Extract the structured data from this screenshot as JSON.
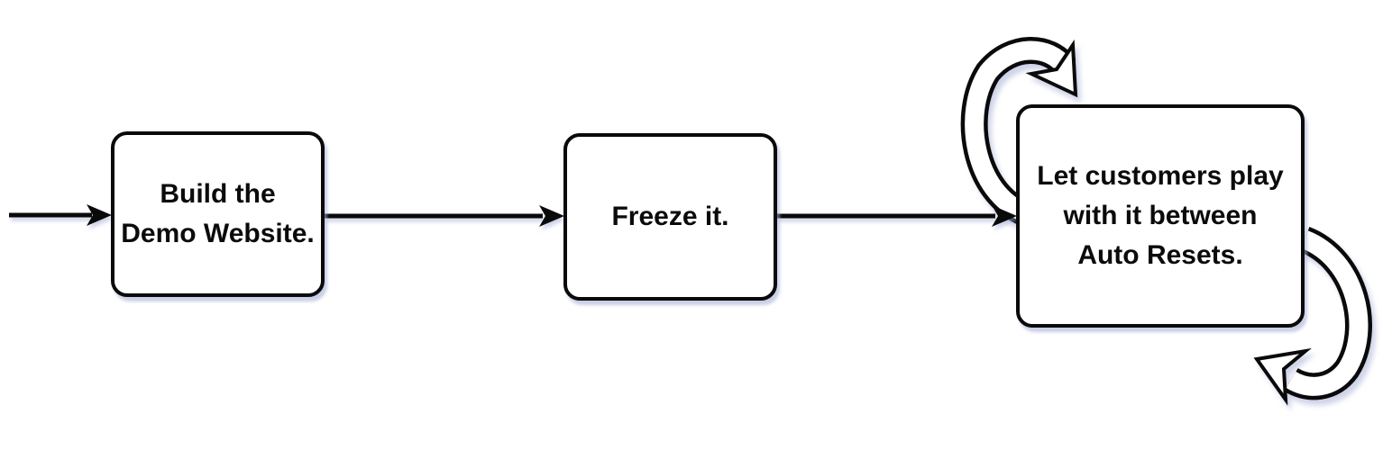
{
  "diagram": {
    "type": "flowchart",
    "background_color": "#ffffff",
    "node_fill_color": "#ffffff",
    "node_border_color": "#0a0a0a",
    "arrow_color": "#0a0a0a",
    "shadow_color": "rgba(165,175,214,0.6)",
    "nodes": [
      {
        "id": "build-demo-website",
        "lines": [
          "Build the",
          "Demo Website."
        ]
      },
      {
        "id": "freeze-it",
        "lines": [
          "Freeze it."
        ]
      },
      {
        "id": "let-customers-play",
        "lines": [
          "Let customers play",
          "with it between",
          "Auto Resets."
        ]
      }
    ],
    "edges": [
      {
        "from": "start",
        "to": "build-demo-website",
        "style": "straight-arrow"
      },
      {
        "from": "build-demo-website",
        "to": "freeze-it",
        "style": "straight-arrow"
      },
      {
        "from": "freeze-it",
        "to": "let-customers-play",
        "style": "straight-arrow"
      },
      {
        "from": "let-customers-play",
        "to": "let-customers-play",
        "style": "self-loop",
        "position": "top-left"
      },
      {
        "from": "let-customers-play",
        "to": "let-customers-play",
        "style": "self-loop",
        "position": "bottom-right"
      }
    ]
  }
}
